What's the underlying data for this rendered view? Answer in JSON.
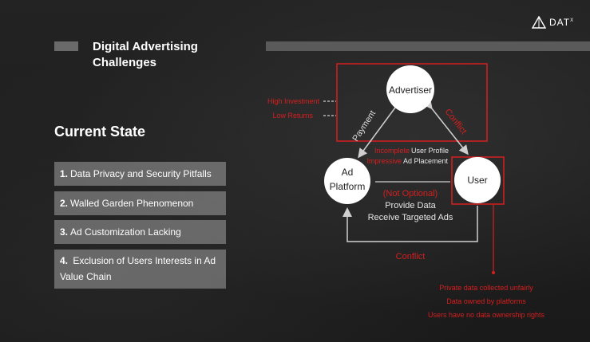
{
  "header": {
    "title": "Digital Advertising Challenges",
    "logo_text": "DAT",
    "logo_sup": "X"
  },
  "section_title": "Current State",
  "items": [
    {
      "number": "1.",
      "label": "Data Privacy and Security Pitfalls"
    },
    {
      "number": "2.",
      "label": "Walled Garden Phenomenon"
    },
    {
      "number": "3.",
      "label": "Ad Customization Lacking"
    },
    {
      "number": "4.",
      "label": "Exclusion of Users Interests in Ad Value Chain"
    }
  ],
  "diagram": {
    "advertiser": "Advertiser",
    "ad_platform_line1": "Ad",
    "ad_platform_line2": "Platform",
    "user": "User",
    "high_investment": "High Investment",
    "low_returns": "Low Returns",
    "payment": "Payment",
    "conflict_top": "Conflict",
    "incomplete": "Incomplete",
    "user_profile": "User Profile",
    "impressive": "Impressive",
    "ad_placement": "Ad Placement",
    "not_optional": "(Not Optional)",
    "provide_data": "Provide Data",
    "receive_ads": "Receive Targeted Ads",
    "conflict_bottom": "Conflict",
    "note1": "Private data collected unfairly",
    "note2": "Data owned by platforms",
    "note3": "Users have no data ownership rights",
    "colors": {
      "accent_red": "#d61f1f",
      "node_fill": "#ffffff",
      "line_gray": "#cfcfcf"
    }
  }
}
